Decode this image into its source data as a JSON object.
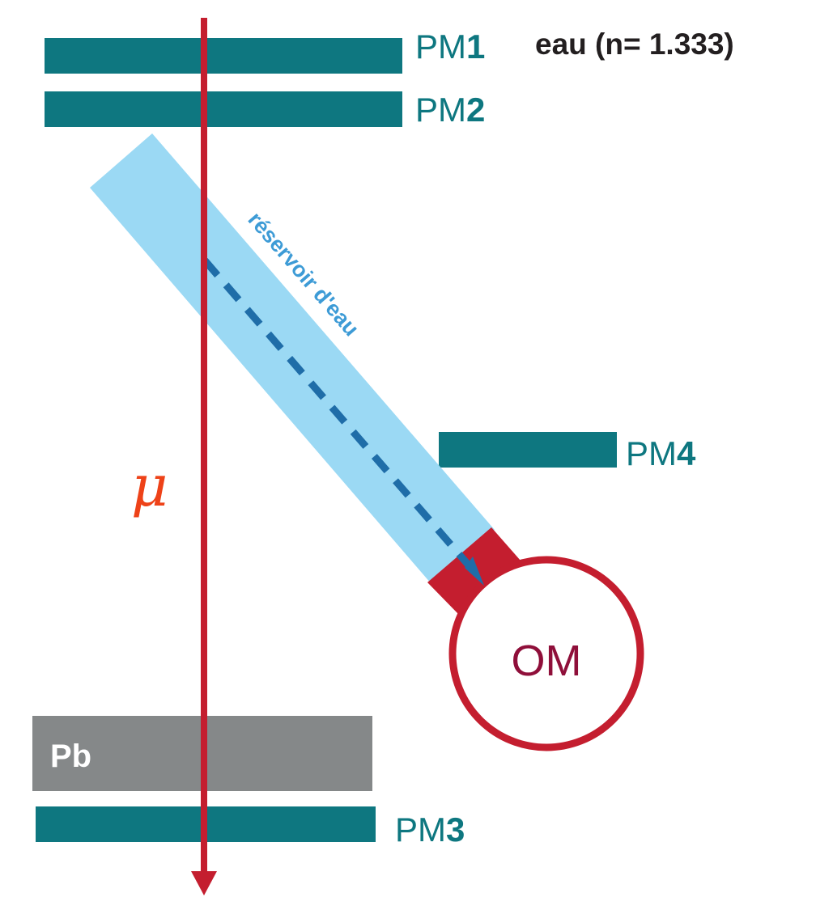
{
  "colors": {
    "pm_bar": "#0e7780",
    "tank": "#9bd9f4",
    "tank_label": "#3d9bd6",
    "light_path": "#1f6da8",
    "muon_track": "#c41e2f",
    "om_outline": "#c41e2f",
    "om_label": "#8f0f3a",
    "lead_block": "#858889",
    "mu_symbol": "#ee4218",
    "water_note": "#231f20"
  },
  "water_note": "eau (n= 1.333)",
  "tank_label": "réservoir d'eau",
  "mu_label": "μ",
  "om_label": "OM",
  "pb_label": "Pb",
  "pm1": {
    "prefix": "PM",
    "number": "1"
  },
  "pm2": {
    "prefix": "PM",
    "number": "2"
  },
  "pm3": {
    "prefix": "PM",
    "number": "3"
  },
  "pm4": {
    "prefix": "PM",
    "number": "4"
  }
}
